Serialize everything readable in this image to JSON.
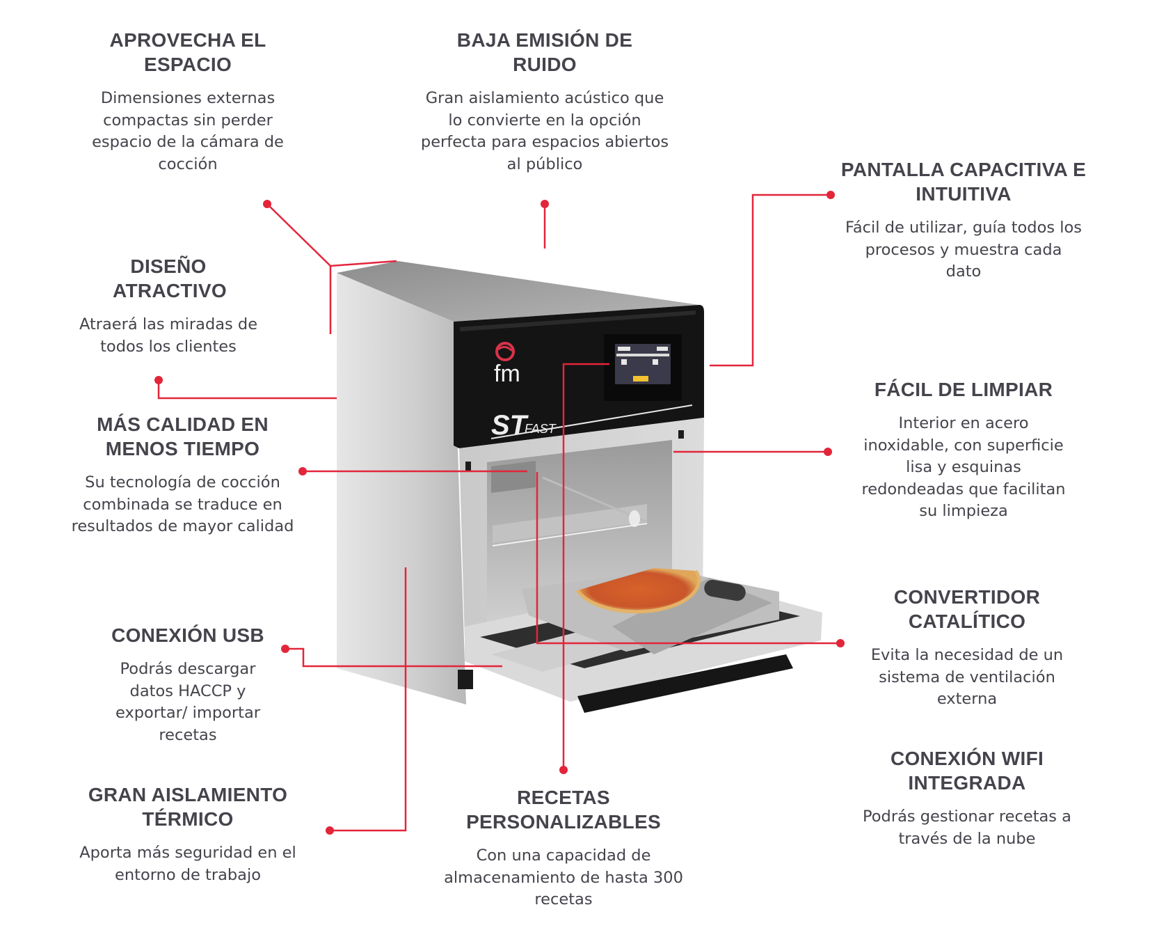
{
  "colors": {
    "accent": "#e3253a",
    "text": "#45434b",
    "steel_light": "#d9d9d9",
    "steel_dark": "#a9a9a9",
    "panel_black": "#121212",
    "screen_accent": "#f2c230"
  },
  "product": {
    "brand_logo": "fm",
    "model_logo_main": "ST",
    "model_logo_sub": "FAST"
  },
  "features": [
    {
      "title": "APROVECHA EL ESPACIO",
      "description": "Dimensiones externas compactas sin perder espacio de la cámara de cocción"
    },
    {
      "title": "BAJA EMISIÓN DE RUIDO",
      "description": "Gran aislamiento acústico que lo convierte en la opción perfecta para espacios abiertos al público"
    },
    {
      "title": "PANTALLA CAPACITIVA E INTUITIVA",
      "description": "Fácil de utilizar, guía todos los procesos y muestra cada dato"
    },
    {
      "title": "DISEÑO ATRACTIVO",
      "description": "Atraerá las miradas de todos los clientes"
    },
    {
      "title": "FÁCIL DE LIMPIAR",
      "description": "Interior en acero inoxidable, con superficie lisa y esquinas redondeadas que facilitan su limpieza"
    },
    {
      "title": "MÁS CALIDAD EN MENOS TIEMPO",
      "description": "Su tecnología de cocción combinada se traduce en resultados de mayor calidad"
    },
    {
      "title": "CONVERTIDOR CATALÍTICO",
      "description": "Evita la necesidad de un sistema de ventilación externa"
    },
    {
      "title": "CONEXIÓN USB",
      "description": "Podrás descargar datos HACCP y exportar/ importar recetas"
    },
    {
      "title": "CONEXIÓN WIFI INTEGRADA",
      "description": "Podrás gestionar recetas a través de la nube"
    },
    {
      "title": "GRAN AISLAMIENTO TÉRMICO",
      "description": "Aporta más seguridad en el entorno de trabajo"
    },
    {
      "title": "RECETAS PERSONALIZABLES",
      "description": "Con una capacidad de almacenamiento de hasta 300 recetas"
    }
  ]
}
